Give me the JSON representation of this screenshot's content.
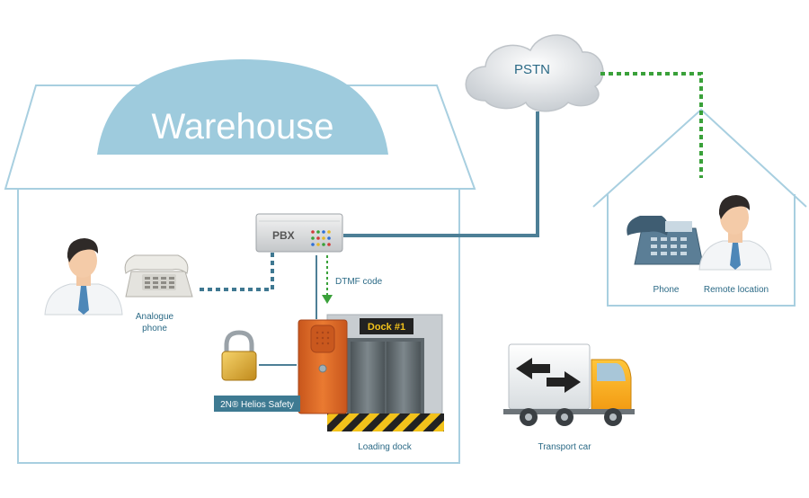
{
  "warehouse": {
    "title": "Warehouse"
  },
  "pstn": {
    "label": "PSTN"
  },
  "pbx": {
    "label": "PBX"
  },
  "dtmf": {
    "label": "DTMF code"
  },
  "analogue_phone": {
    "label_line1": "Analogue",
    "label_line2": "phone"
  },
  "helios": {
    "label": "2N® Helios Safety"
  },
  "dock": {
    "sign": "Dock #1",
    "label": "Loading dock"
  },
  "transport": {
    "label": "Transport car"
  },
  "remote": {
    "phone_label": "Phone",
    "location_label": "Remote location"
  },
  "colors": {
    "outline": "#a8cfe0",
    "roof_fill": "#9ecbdd",
    "trunk_line": "#4d7f96",
    "dotted_line": "#3f7891",
    "green_dotted": "#3aa13a",
    "helios_orange": "#e0702a",
    "label_box": "#3e7a92"
  }
}
